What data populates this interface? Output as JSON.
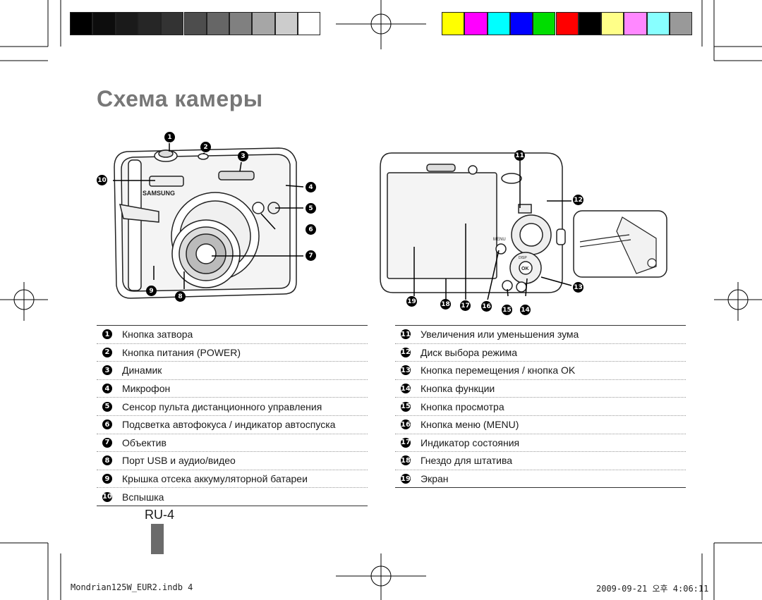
{
  "page": {
    "title": "Схема камеры",
    "page_number": "RU-4"
  },
  "color_bar": {
    "grayscale": [
      "#000000",
      "#0d0d0d",
      "#1a1a1a",
      "#262626",
      "#333333",
      "#4d4d4d",
      "#666666",
      "#808080",
      "#a6a6a6",
      "#cccccc",
      "#ffffff"
    ],
    "colors": [
      "#ffff00",
      "#ff00ff",
      "#00ffff",
      "#0000ff",
      "#00dd00",
      "#ff0000",
      "#000000",
      "#ffff88",
      "#ff88ff",
      "#88ffff",
      "#999999"
    ]
  },
  "left_legend": [
    {
      "num": "1",
      "label": "Кнопка затвора"
    },
    {
      "num": "2",
      "label": "Кнопка питания (POWER)"
    },
    {
      "num": "3",
      "label": "Динамик"
    },
    {
      "num": "4",
      "label": "Микрофон"
    },
    {
      "num": "5",
      "label": "Сенсор пульта дистанционного управления"
    },
    {
      "num": "6",
      "label": "Подсветка автофокуса / индикатор автоспуска"
    },
    {
      "num": "7",
      "label": "Объектив"
    },
    {
      "num": "8",
      "label": "Порт USB и аудио/видео"
    },
    {
      "num": "9",
      "label": "Крышка отсека аккумуляторной батареи"
    },
    {
      "num": "10",
      "label": "Вспышка"
    }
  ],
  "right_legend": [
    {
      "num": "11",
      "label": "Увеличения или уменьшения зума"
    },
    {
      "num": "12",
      "label": "Диск выбора режима"
    },
    {
      "num": "13",
      "label": "Кнопка перемещения / кнопка OK"
    },
    {
      "num": "14",
      "label": "Кнопка функции"
    },
    {
      "num": "15",
      "label": "Кнопка просмотра"
    },
    {
      "num": "16",
      "label": "Кнопка меню (MENU)"
    },
    {
      "num": "17",
      "label": "Индикатор состояния"
    },
    {
      "num": "18",
      "label": "Гнездо для штатива"
    },
    {
      "num": "19",
      "label": "Экран"
    }
  ],
  "front_camera": {
    "brand": "SAMSUNG",
    "callouts": [
      "1",
      "2",
      "3",
      "4",
      "5",
      "6",
      "7",
      "8",
      "9",
      "10"
    ]
  },
  "back_camera": {
    "callouts": [
      "11",
      "12",
      "13",
      "14",
      "15",
      "16",
      "17",
      "18",
      "19"
    ],
    "menu_text": "MENU",
    "ok_text": "OK",
    "disp_text": "DISP"
  },
  "footer": {
    "file": "Mondrian125W_EUR2.indb   4",
    "timestamp": "2009-09-21   오후 4:06:11"
  }
}
